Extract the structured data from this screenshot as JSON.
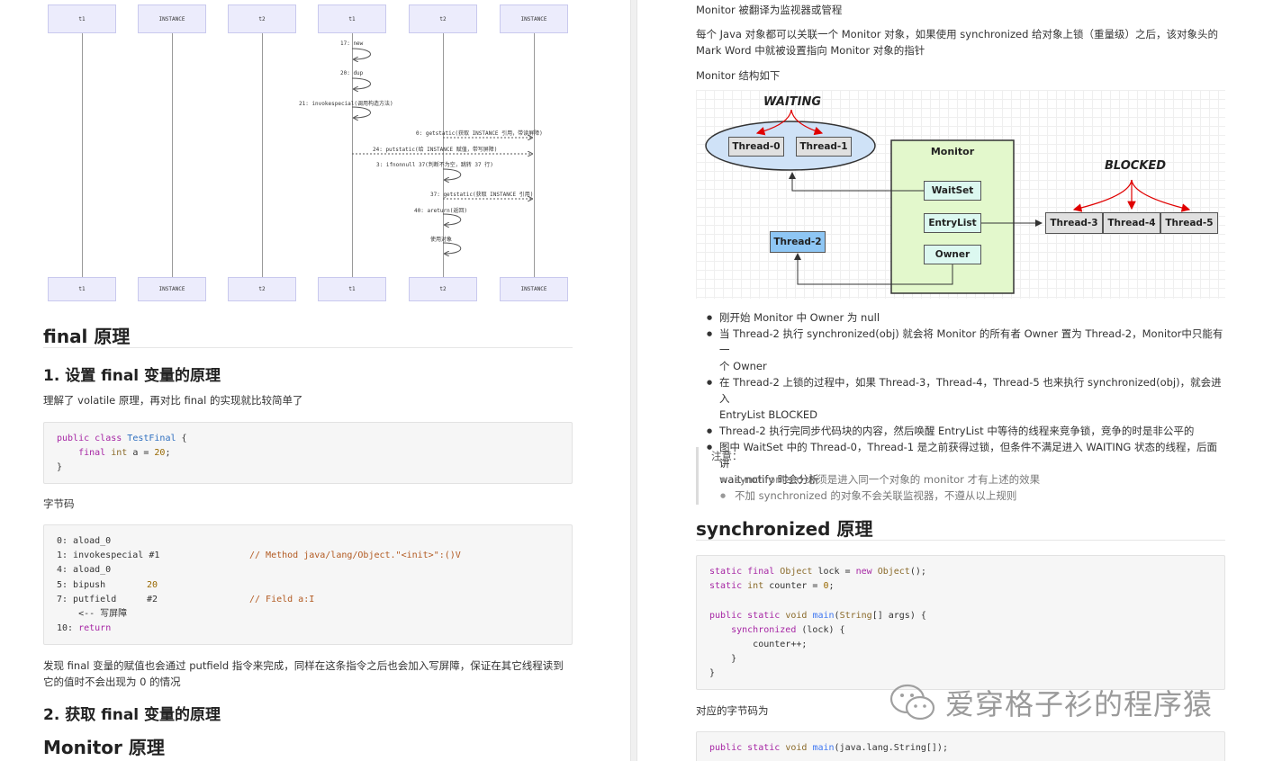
{
  "sequence_diagram": {
    "participants": [
      "t1",
      "INSTANCE",
      "t2",
      "t1",
      "t2",
      "INSTANCE"
    ],
    "messages": [
      "17: new",
      "20: dup",
      "21: invokespecial(调用构造方法)",
      "0: getstatic(获取 INSTANCE 引用，带读屏障)",
      "24: putstatic(给 INSTANCE 赋值，带写屏障)",
      "3: ifnonnull 37(判断不为空，跳转 37 行)",
      "37: getstatic(获取 INSTANCE 引用)",
      "40: areturn(返回)",
      "使用对象"
    ]
  },
  "left": {
    "h_final": "final 原理",
    "h_set": "1. 设置 final 变量的原理",
    "p_intro": "理解了 volatile 原理，再对比 final 的实现就比较简单了",
    "code1": {
      "l1_kw1": "public",
      "l1_kw2": "class",
      "l1_cls": "TestFinal",
      "l1_rest": " {",
      "l2_kw1": "final",
      "l2_kw2": "int",
      "l2_mid": " a = ",
      "l2_num": "20",
      "l2_end": ";",
      "l3": "}"
    },
    "p_bytecode": "字节码",
    "code2": {
      "r1": "0: aload_0",
      "r2a": "1: invokespecial #1",
      "r2c": "// Method java/lang/Object.\"<init>\":()V",
      "r3": "4: aload_0",
      "r4a": "5: bipush",
      "r4b": "20",
      "r5a": "7: putfield",
      "r5b": "#2",
      "r5c": "// Field a:I",
      "r6": "<-- 写屏障",
      "r7a": "10: ",
      "r7b": "return"
    },
    "p_explain_1": "发现 final 变量的赋值也会通过 putfield 指令来完成，同样在这条指令之后也会加入写屏障，保证在其它线程读到",
    "p_explain_2": "它的值时不会出现为 0 的情况",
    "h_get": "2. 获取 final 变量的原理",
    "h_monitor": "Monitor 原理"
  },
  "right": {
    "p1": "Monitor 被翻译为监视器或管程",
    "p2_1": "每个 Java 对象都可以关联一个 Monitor 对象，如果使用 synchronized 给对象上锁（重量级）之后，该对象头的",
    "p2_2": "Mark Word 中就被设置指向 Monitor 对象的指针",
    "p3": "Monitor 结构如下",
    "diagram": {
      "waiting_label": "WAITING",
      "blocked_label": "BLOCKED",
      "monitor_label": "Monitor",
      "waitset": "WaitSet",
      "entrylist": "EntryList",
      "owner": "Owner",
      "t0": "Thread-0",
      "t1": "Thread-1",
      "t2": "Thread-2",
      "t3": "Thread-3",
      "t4": "Thread-4",
      "t5": "Thread-5"
    },
    "bullets": [
      "刚开始 Monitor 中 Owner 为 null",
      "当 Thread-2 执行 synchronized(obj) 就会将 Monitor 的所有者 Owner 置为 Thread-2，Monitor中只能有一",
      "个 Owner",
      "在 Thread-2 上锁的过程中，如果 Thread-3，Thread-4，Thread-5 也来执行 synchronized(obj)，就会进入",
      "EntryList BLOCKED",
      "Thread-2 执行完同步代码块的内容，然后唤醒 EntryList 中等待的线程来竞争锁，竞争的时是非公平的",
      "图中 WaitSet 中的 Thread-0，Thread-1 是之前获得过锁，但条件不满足进入 WAITING 状态的线程，后面讲",
      "wait-notify 时会分析"
    ],
    "note_title": "注意：",
    "notes": [
      "synchronized 必须是进入同一个对象的 monitor 才有上述的效果",
      "不加 synchronized 的对象不会关联监视器，不遵从以上规则"
    ],
    "h_sync": "synchronized 原理",
    "code3": {
      "a1": "static",
      "a2": "final",
      "a3": "Object",
      "a4": " lock = ",
      "a5": "new",
      "a6": "Object",
      "a7": "();",
      "b1": "static",
      "b2": "int",
      "b3": " counter = ",
      "b4": "0",
      "b5": ";",
      "c1": "public",
      "c2": "static",
      "c3": "void",
      "c4": "main",
      "c5": "(",
      "c6": "String",
      "c7": "[] args) {",
      "d1": "synchronized",
      "d2": " (lock) {",
      "e1": "counter++;",
      "f1": "}",
      "g1": "}"
    },
    "p_bytecode": "对应的字节码为",
    "code4": {
      "a1": "public",
      "a2": "static",
      "a3": "void",
      "a4": "main",
      "a5": "(java.lang.String[]);"
    }
  },
  "watermark": "爱穿格子衫的程序猿"
}
